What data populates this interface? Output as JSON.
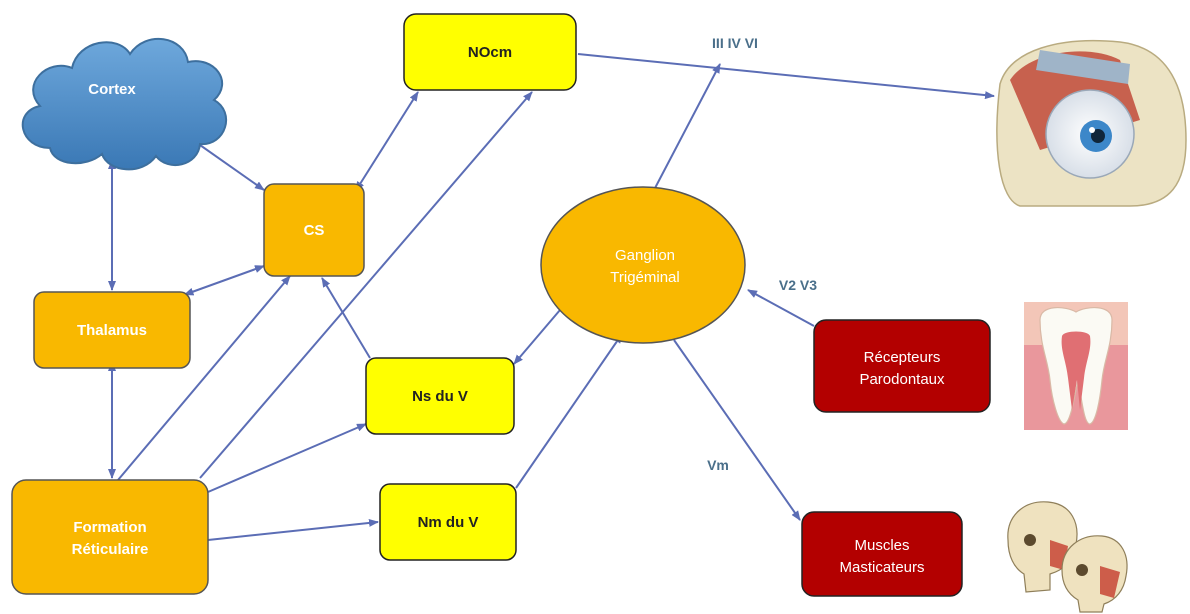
{
  "nodes": {
    "cortex": "Cortex",
    "nocm": "NOcm",
    "cs": "CS",
    "thalamus": "Thalamus",
    "ganglion_line1": "Ganglion",
    "ganglion_line2": "Trigéminal",
    "ns": "Ns du V",
    "nm": "Nm du V",
    "formation_line1": "Formation",
    "formation_line2": "Réticulaire",
    "recepteurs_line1": "Récepteurs",
    "recepteurs_line2": "Parodontaux",
    "muscles_line1": "Muscles",
    "muscles_line2": "Masticateurs"
  },
  "edge_labels": {
    "oculomotor": "III IV VI",
    "v2v3": "V2 V3",
    "vm": "Vm"
  },
  "images": {
    "eye": "eye-illustration",
    "tooth": "tooth-illustration",
    "skulls": "skulls-illustration"
  },
  "colors": {
    "cloud": "#4e8fc9",
    "orange": "#f9b800",
    "yellow": "#ffff00",
    "dark_red": "#b30000",
    "arrow": "#5b6db5",
    "label": "#4a6f8a"
  }
}
